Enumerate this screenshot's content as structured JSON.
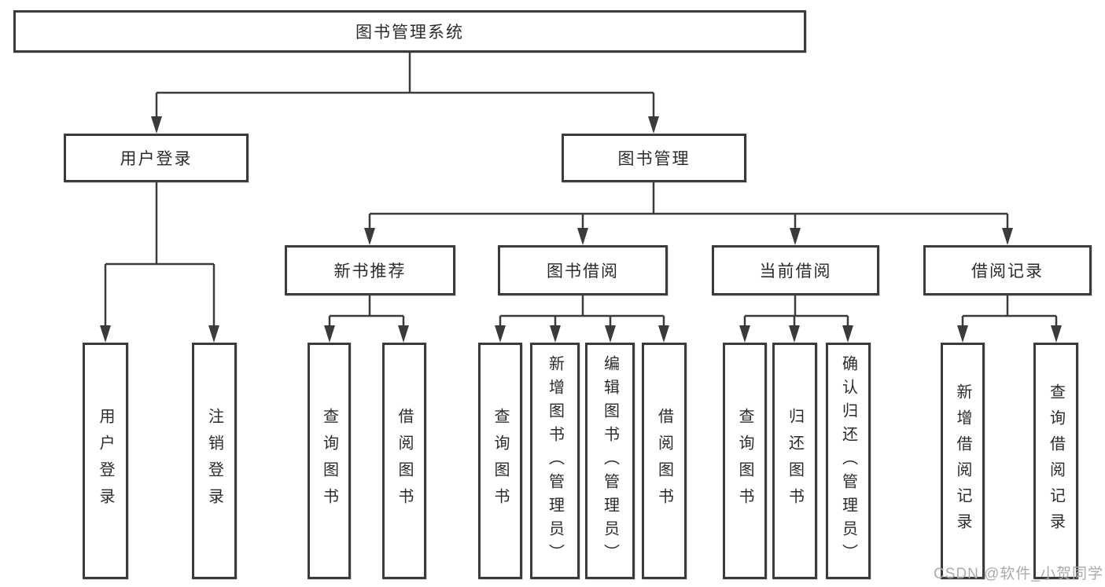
{
  "diagram": {
    "tree": {
      "label": "图书管理系统",
      "children": [
        {
          "label": "用户登录",
          "children": [
            {
              "label": "用户登录"
            },
            {
              "label": "注销登录"
            }
          ]
        },
        {
          "label": "图书管理",
          "children": [
            {
              "label": "新书推荐",
              "children": [
                {
                  "label": "查询图书"
                },
                {
                  "label": "借阅图书"
                }
              ]
            },
            {
              "label": "图书借阅",
              "children": [
                {
                  "label": "查询图书"
                },
                {
                  "label": "新增图书（管理员）"
                },
                {
                  "label": "编辑图书（管理员）"
                },
                {
                  "label": "借阅图书"
                }
              ]
            },
            {
              "label": "当前借阅",
              "children": [
                {
                  "label": "查询图书"
                },
                {
                  "label": "归还图书"
                },
                {
                  "label": "确认归还（管理员）"
                }
              ]
            },
            {
              "label": "借阅记录",
              "children": [
                {
                  "label": "新增借阅记录"
                },
                {
                  "label": "查询借阅记录"
                }
              ]
            }
          ]
        }
      ]
    }
  },
  "watermark": {
    "text": "CSDN @软件_小贺同学"
  },
  "colors": {
    "line": "#3b3b3b",
    "box_border": "#3b3b3b",
    "label_text": "#2b2b2b",
    "watermark_text": "#ababab",
    "background": "#ffffff"
  }
}
